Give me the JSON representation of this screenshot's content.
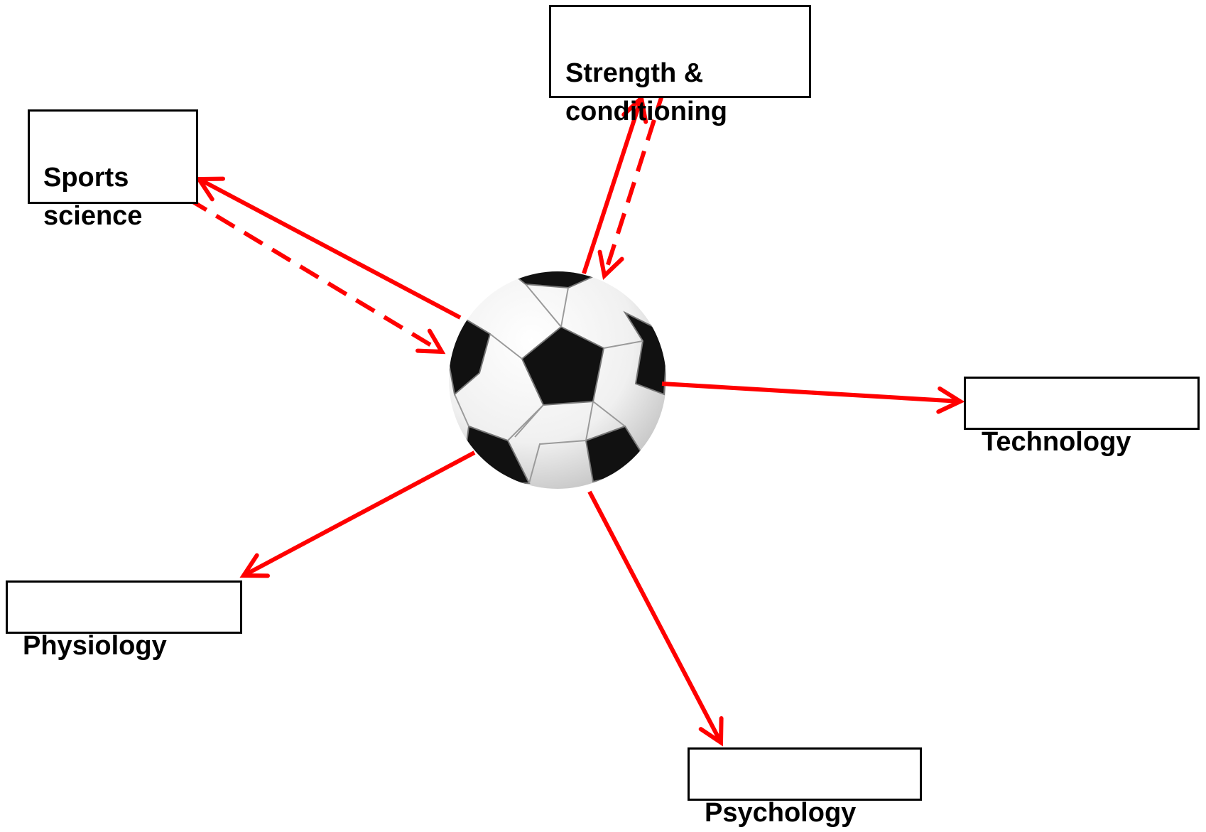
{
  "nodes": {
    "strength": {
      "label": "Strength &\nconditioning"
    },
    "sports": {
      "label": "Sports\nscience"
    },
    "technology": {
      "label": "Technology"
    },
    "physiology": {
      "label": "Physiology"
    },
    "psychology": {
      "label": "Psychology"
    }
  },
  "center": {
    "icon": "soccer-ball-icon"
  },
  "edges": [
    {
      "from": "ball",
      "to": "strength",
      "style": "solid"
    },
    {
      "from": "strength",
      "to": "ball",
      "style": "dashed"
    },
    {
      "from": "ball",
      "to": "sports",
      "style": "solid"
    },
    {
      "from": "sports",
      "to": "ball",
      "style": "dashed"
    },
    {
      "from": "ball",
      "to": "technology",
      "style": "solid"
    },
    {
      "from": "ball",
      "to": "physiology",
      "style": "solid"
    },
    {
      "from": "ball",
      "to": "psychology",
      "style": "solid"
    }
  ],
  "colors": {
    "arrow": "#ff0000",
    "box_border": "#000000",
    "text": "#000000"
  }
}
